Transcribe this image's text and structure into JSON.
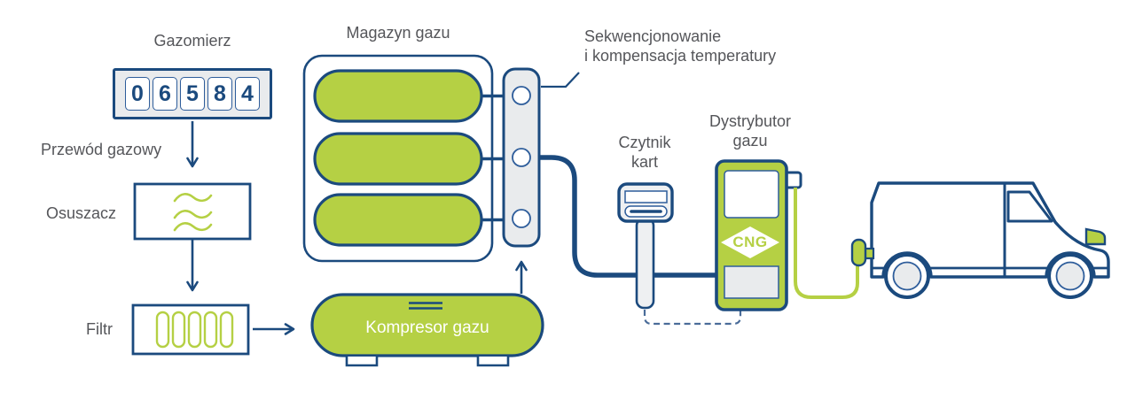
{
  "labels": {
    "gazomierz": "Gazomierz",
    "przewod": "Przewód gazowy",
    "osuszacz": "Osuszacz",
    "filtr": "Filtr",
    "kompresor": "Kompresor gazu",
    "magazyn": "Magazyn gazu",
    "sekwencjonowanie_1": "Sekwencjonowanie",
    "sekwencjonowanie_2": "i kompensacja temperatury",
    "czytnik_1": "Czytnik",
    "czytnik_2": "kart",
    "dystrybutor_1": "Dystrybutor",
    "dystrybutor_2": "gazu",
    "cng": "CNG"
  },
  "meter": {
    "digits": [
      "0",
      "6",
      "5",
      "8",
      "4"
    ]
  },
  "colors": {
    "navy": "#1b4a7e",
    "navy_light": "#2e5d9b",
    "green": "#b5d044",
    "light_gray": "#e9ebed",
    "label_gray": "#55565a",
    "white": "#ffffff"
  }
}
